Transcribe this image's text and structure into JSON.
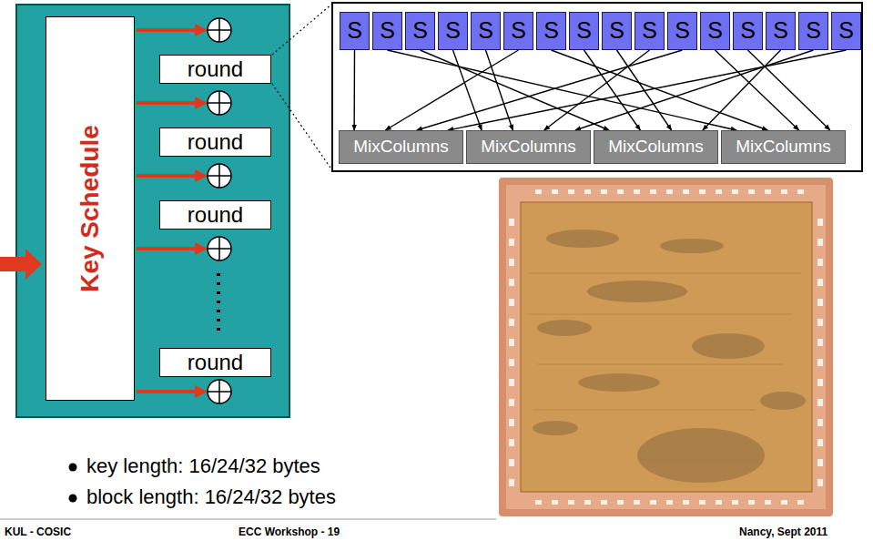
{
  "diagram": {
    "nodes": [
      {
        "text": [
          "Key Schedule"
        ]
      },
      {
        "text": [
          "round"
        ]
      },
      {
        "text": [
          "round"
        ]
      },
      {
        "text": [
          "round"
        ]
      },
      {
        "text": [
          "round"
        ]
      },
      {
        "text": [
          "S"
        ]
      },
      {
        "text": [
          "S"
        ]
      },
      {
        "text": [
          "S"
        ]
      },
      {
        "text": [
          "S"
        ]
      },
      {
        "text": [
          "S"
        ]
      },
      {
        "text": [
          "S"
        ]
      },
      {
        "text": [
          "S"
        ]
      },
      {
        "text": [
          "S"
        ]
      },
      {
        "text": [
          "S"
        ]
      },
      {
        "text": [
          "S"
        ]
      },
      {
        "text": [
          "S"
        ]
      },
      {
        "text": [
          "S"
        ]
      },
      {
        "text": [
          "S"
        ]
      },
      {
        "text": [
          "S"
        ]
      },
      {
        "text": [
          "S"
        ]
      },
      {
        "text": [
          "S"
        ]
      },
      {
        "text": [
          "MixColumns"
        ]
      },
      {
        "text": [
          "MixColumns"
        ]
      },
      {
        "text": [
          "MixColumns"
        ]
      },
      {
        "text": [
          "MixColumns"
        ]
      }
    ],
    "edges": [
      {
        "from": 5,
        "to": 21,
        "arrow": "to"
      },
      {
        "from": 6,
        "to": 24,
        "arrow": "to"
      },
      {
        "from": 7,
        "to": 23,
        "arrow": "to"
      },
      {
        "from": 8,
        "to": 22,
        "arrow": "to"
      },
      {
        "from": 9,
        "to": 22,
        "arrow": "to"
      },
      {
        "from": 10,
        "to": 21,
        "arrow": "to"
      },
      {
        "from": 11,
        "to": 24,
        "arrow": "to"
      },
      {
        "from": 12,
        "to": 23,
        "arrow": "to"
      },
      {
        "from": 13,
        "to": 23,
        "arrow": "to"
      },
      {
        "from": 14,
        "to": 22,
        "arrow": "to"
      },
      {
        "from": 15,
        "to": 21,
        "arrow": "to"
      },
      {
        "from": 16,
        "to": 24,
        "arrow": "to"
      },
      {
        "from": 17,
        "to": 24,
        "arrow": "to"
      },
      {
        "from": 18,
        "to": 23,
        "arrow": "to"
      },
      {
        "from": 19,
        "to": 22,
        "arrow": "to"
      },
      {
        "from": 20,
        "to": 21,
        "arrow": "to"
      }
    ],
    "labels": [
      "key length: 16/24/32 bytes",
      "block length: 16/24/32 bytes",
      "KUL - COSIC",
      "ECC Workshop - 19",
      "Nancy, Sept 2011"
    ]
  }
}
